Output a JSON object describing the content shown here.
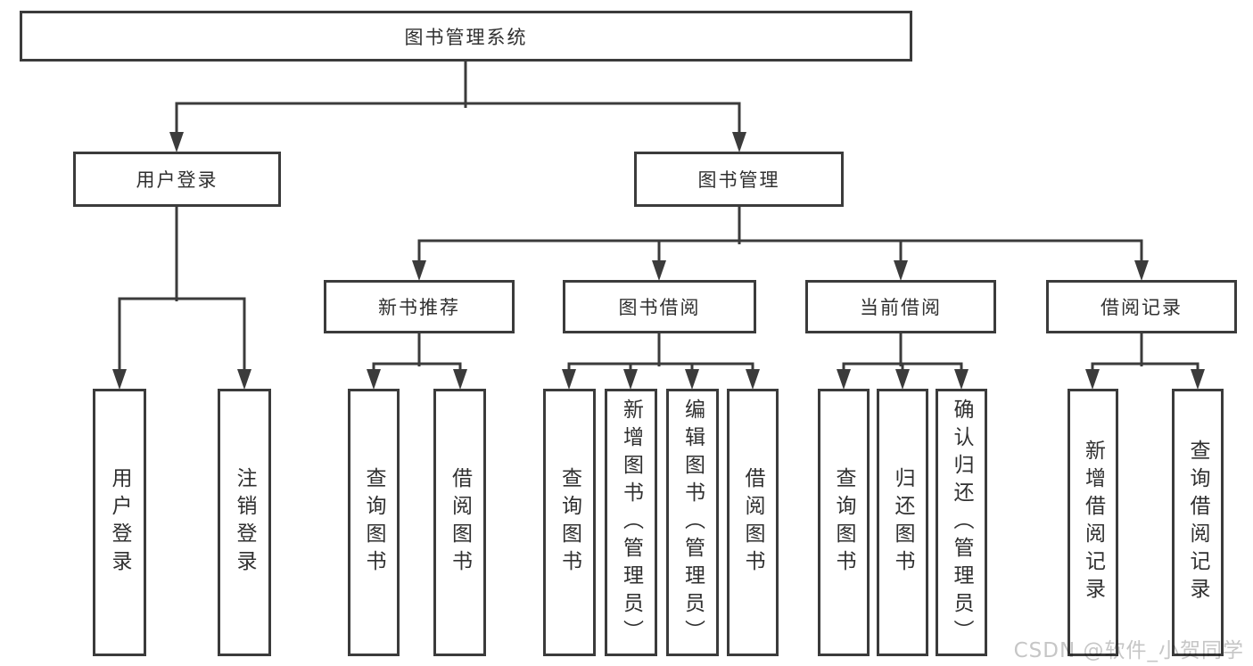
{
  "tree": {
    "label": "图书管理系统",
    "children": [
      {
        "label": "用户登录",
        "children": [
          {
            "label": "用户登录"
          },
          {
            "label": "注销登录"
          }
        ]
      },
      {
        "label": "图书管理",
        "children": [
          {
            "label": "新书推荐",
            "children": [
              {
                "label": "查询图书"
              },
              {
                "label": "借阅图书"
              }
            ]
          },
          {
            "label": "图书借阅",
            "children": [
              {
                "label": "查询图书"
              },
              {
                "label": "新增图书（管理员）"
              },
              {
                "label": "编辑图书（管理员）"
              },
              {
                "label": "借阅图书"
              }
            ]
          },
          {
            "label": "当前借阅",
            "children": [
              {
                "label": "查询图书"
              },
              {
                "label": "归还图书"
              },
              {
                "label": "确认归还（管理员）"
              }
            ]
          },
          {
            "label": "借阅记录",
            "children": [
              {
                "label": "新增借阅记录"
              },
              {
                "label": "查询借阅记录"
              }
            ]
          }
        ]
      }
    ]
  },
  "watermark": {
    "text": "CSDN @软件_小贺同学"
  },
  "colors": {
    "line": "#3b3b3b",
    "text": "#303030",
    "fill": "#ffffff",
    "bg": "#ffffff",
    "watermark": "#c6c6c6"
  }
}
